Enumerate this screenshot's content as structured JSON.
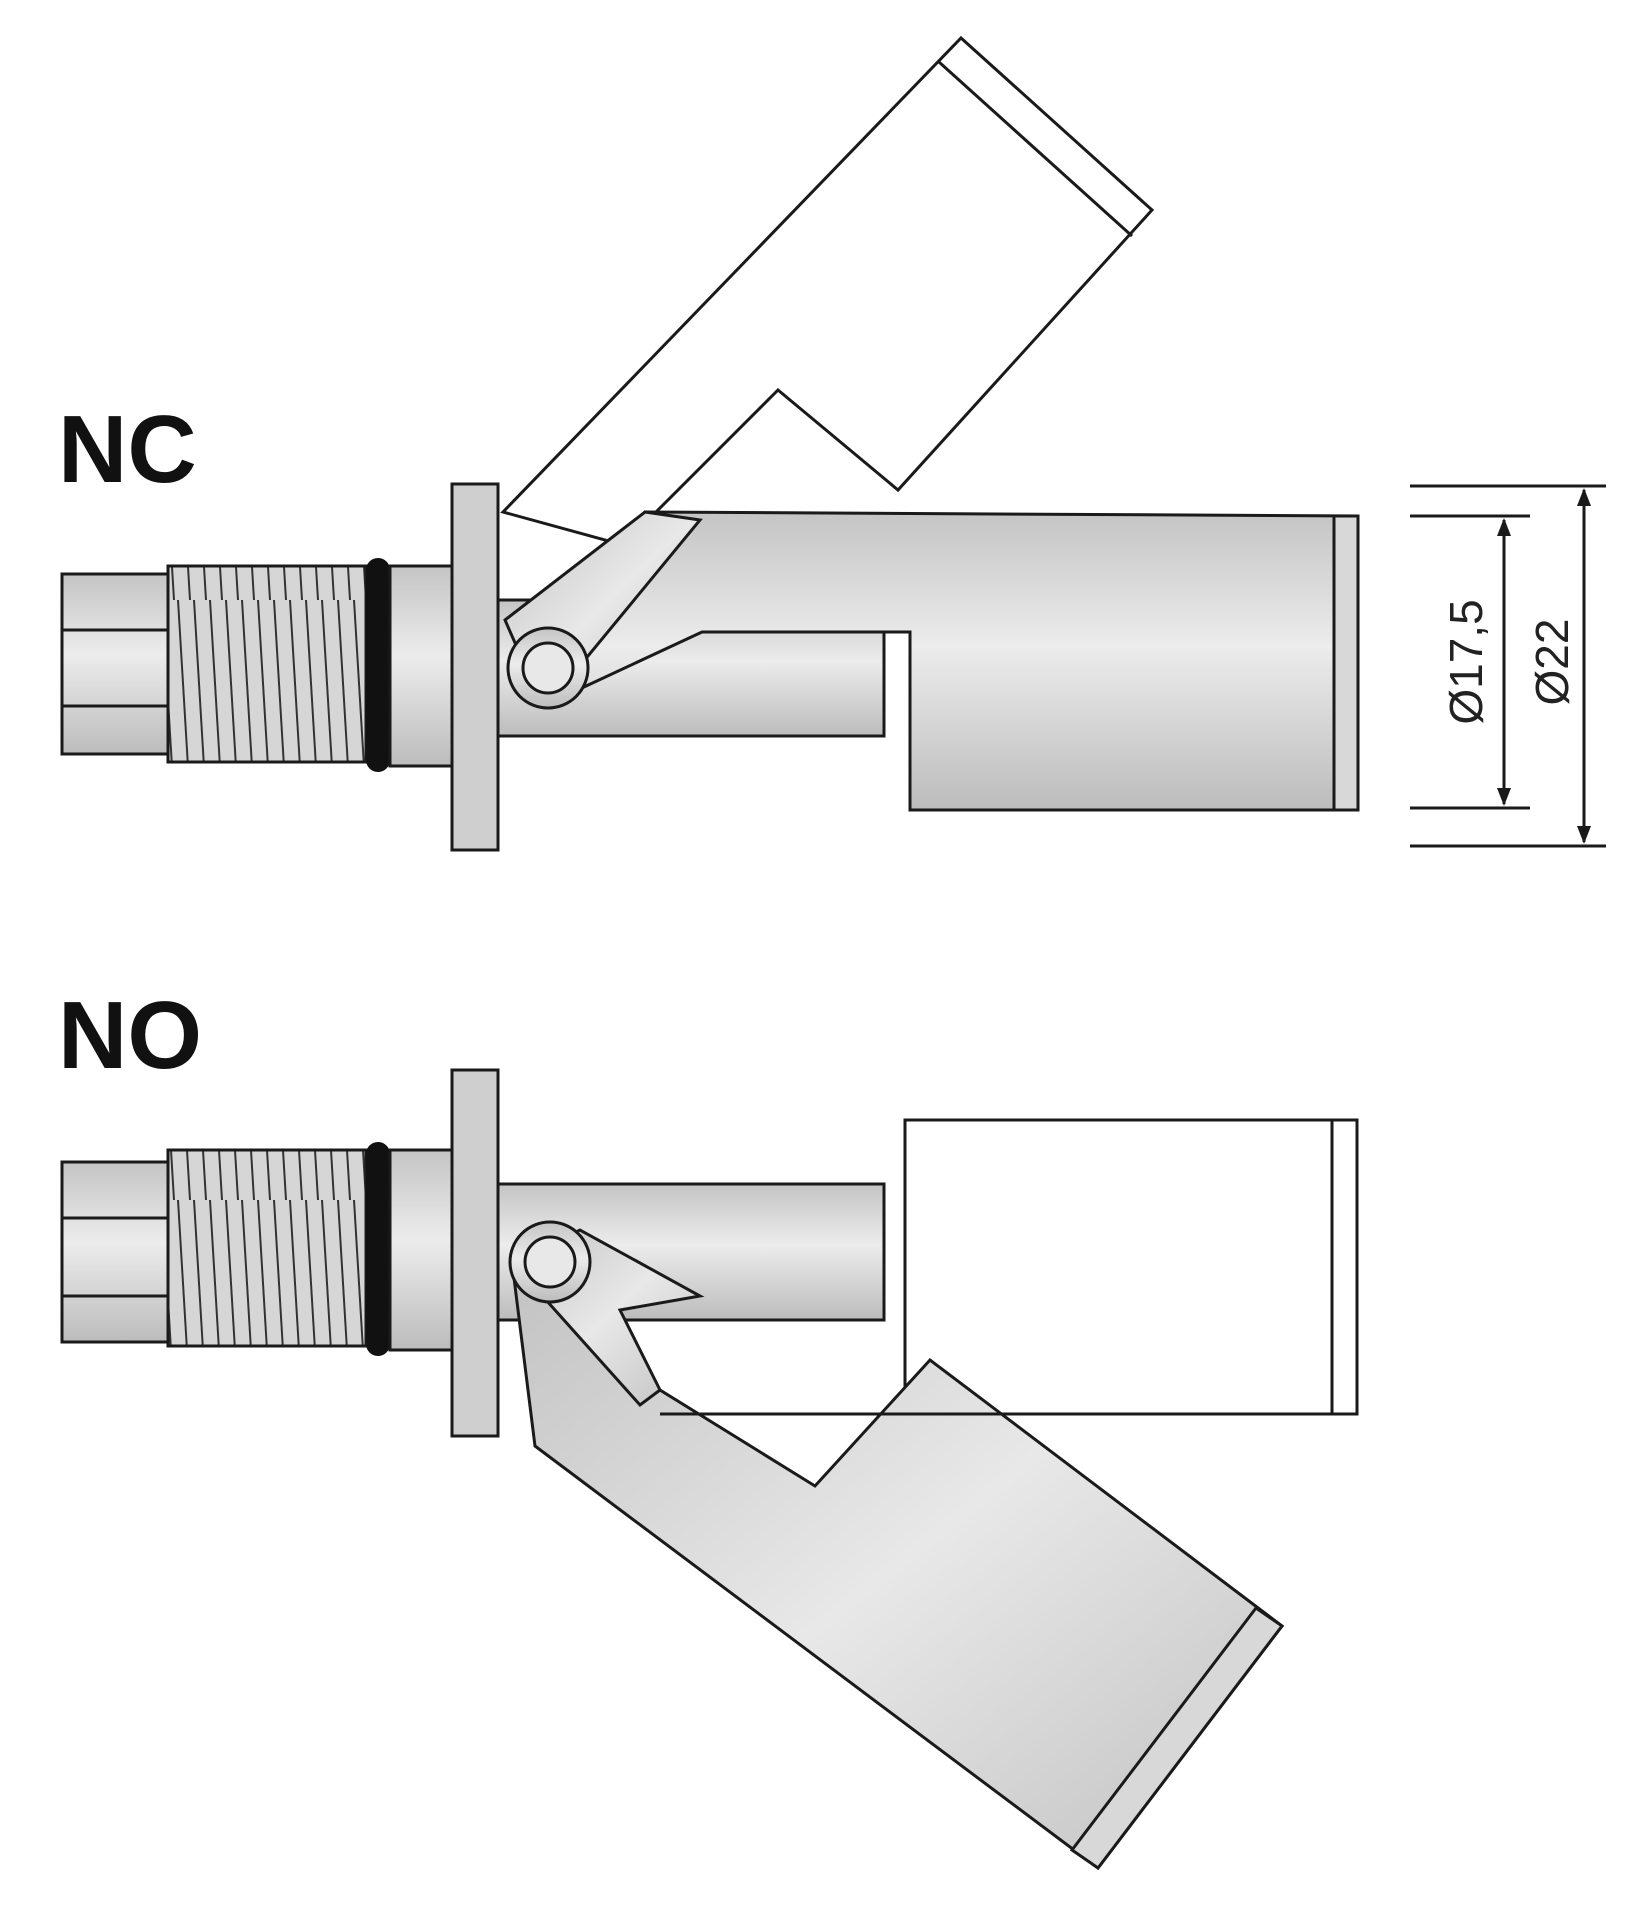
{
  "states": {
    "nc": {
      "label": "NC"
    },
    "no": {
      "label": "NO"
    }
  },
  "dimensions": {
    "inner_diameter": "Ø17,5",
    "outer_diameter": "Ø22"
  }
}
